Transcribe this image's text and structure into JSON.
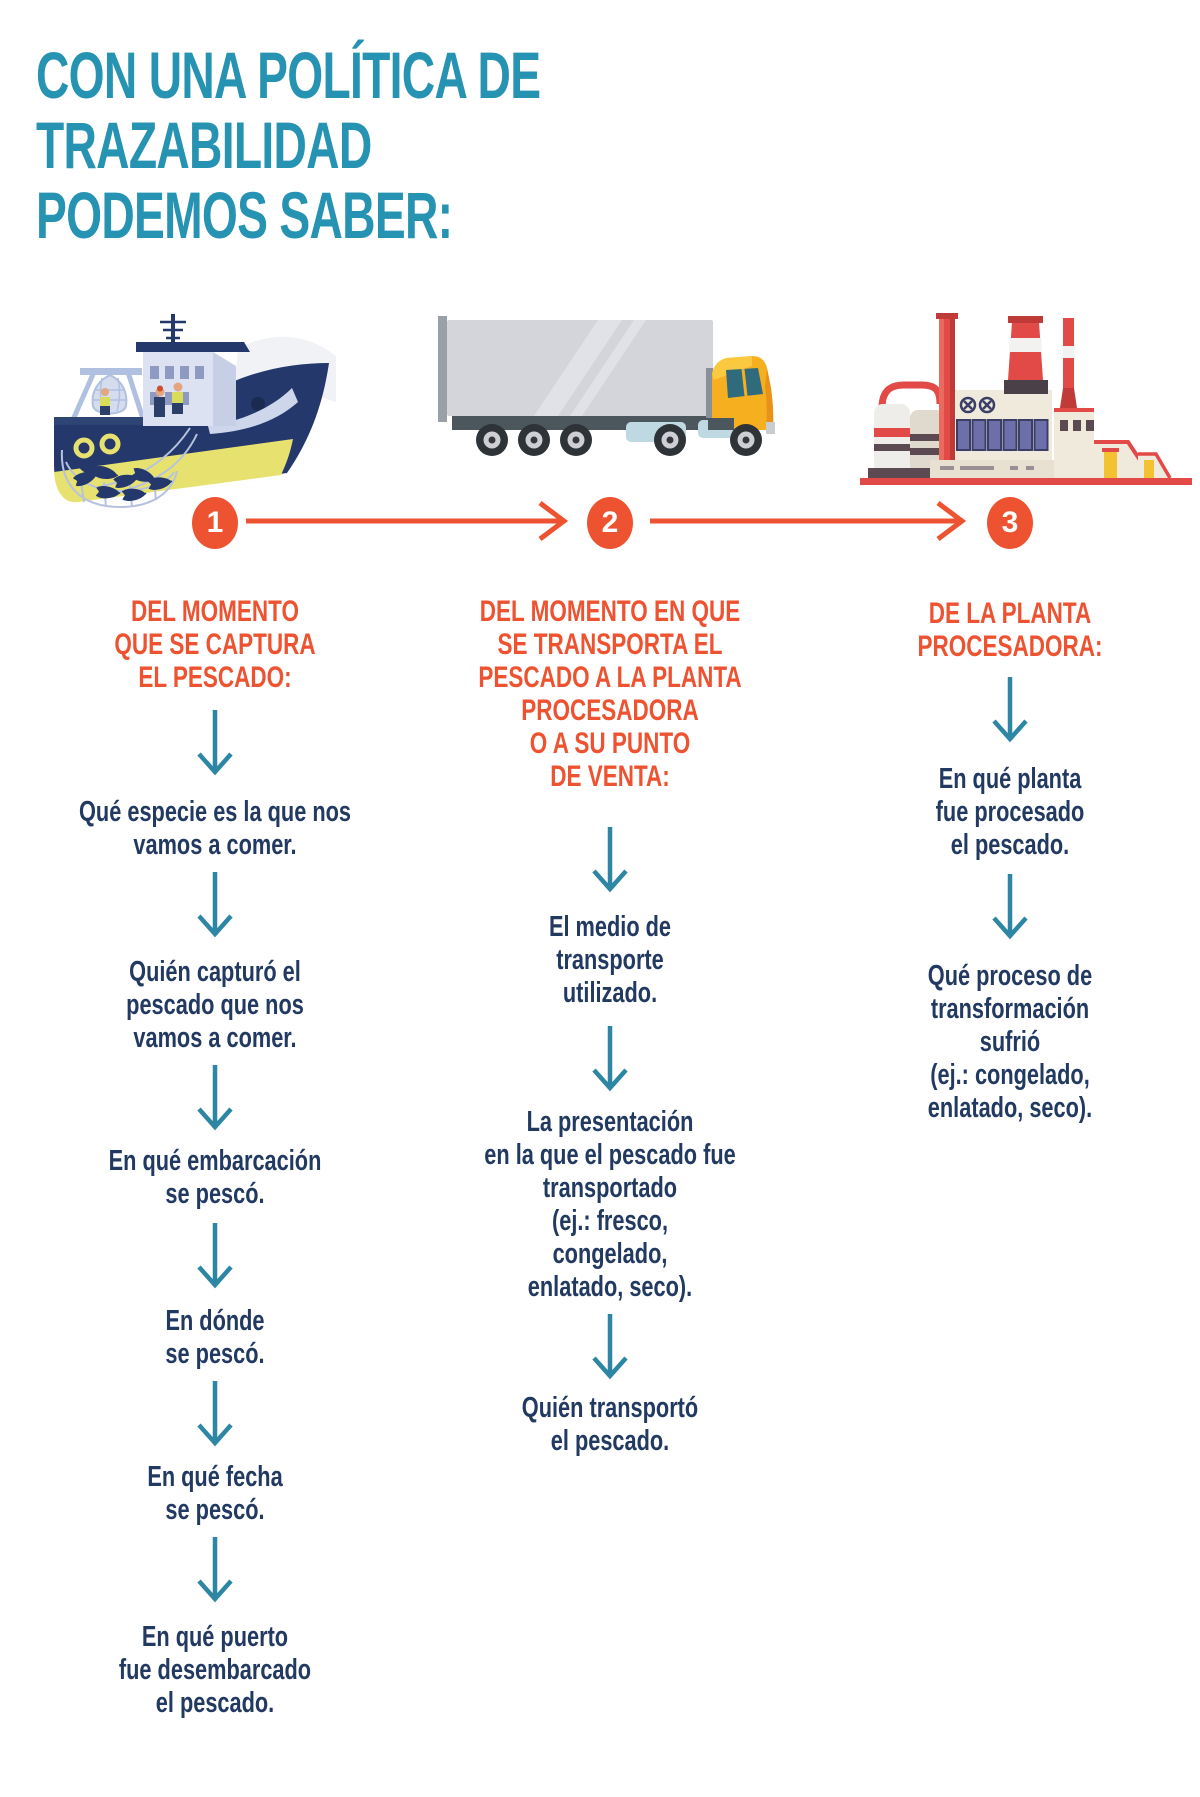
{
  "title": {
    "text": "CON UNA POLÍTICA DE TRAZABILIDAD\nPODEMOS SABER:"
  },
  "colors": {
    "title_teal": "#2793b2",
    "accent_orange": "#ee5331",
    "body_navy": "#223a61",
    "arrow_teal": "#2e86a5"
  },
  "steps": [
    {
      "number": "1",
      "illustration": "fishing-boat",
      "header": "DEL MOMENTO\nQUE SE CAPTURA\nEL PESCADO:",
      "items": [
        "Qué especie es la que nos\nvamos a comer.",
        "Quién capturó el\npescado que nos\nvamos a comer.",
        "En qué embarcación\nse pescó.",
        "En dónde\nse pescó.",
        "En qué fecha\nse pescó.",
        "En qué puerto\nfue desembarcado\nel pescado."
      ]
    },
    {
      "number": "2",
      "illustration": "cargo-truck",
      "header": "DEL MOMENTO EN QUE\nSE TRANSPORTA EL\nPESCADO A LA PLANTA\nPROCESADORA\nO A SU PUNTO\nDE VENTA:",
      "items": [
        "El medio de\ntransporte\nutilizado.",
        "La presentación\nen la que el pescado fue\ntransportado\n(ej.: fresco,\ncongelado,\nenlatado, seco).",
        "Quién transportó\nel pescado."
      ]
    },
    {
      "number": "3",
      "illustration": "processing-plant",
      "header": "DE LA PLANTA\nPROCESADORA:",
      "items": [
        "En qué planta\nfue procesado\nel pescado.",
        "Qué proceso de\ntransformación\nsufrió\n(ej.: congelado,\nenlatado, seco)."
      ]
    }
  ]
}
